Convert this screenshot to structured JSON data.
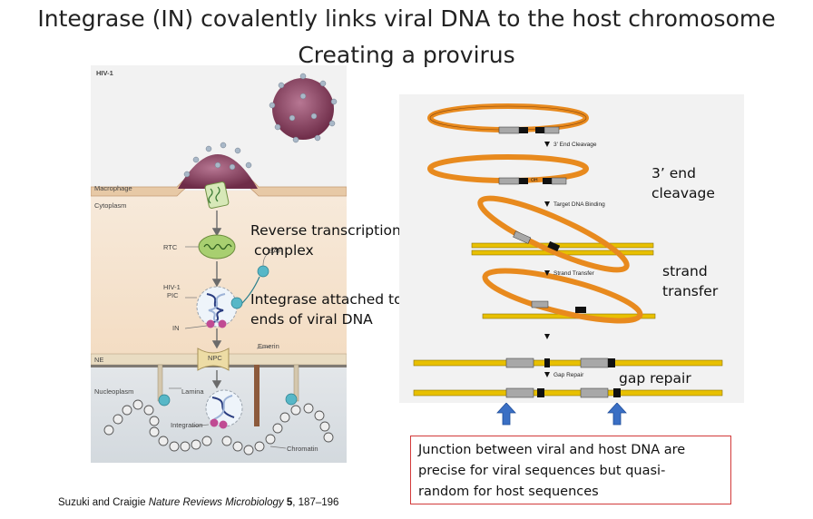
{
  "title": {
    "line1": "Integrase (IN) covalently links viral DNA to the host chromosome",
    "line2": "Creating a provirus"
  },
  "left_figure": {
    "labels": {
      "hiv": "HIV-1",
      "macrophage": "Macrophage",
      "cytoplasm": "Cytoplasm",
      "rtc": "RTC",
      "baf": "BAF",
      "pic_line1": "HIV-1",
      "pic_line2": "PIC",
      "in": "IN",
      "emerin": "Emerin",
      "ne": "NE",
      "npc": "NPC",
      "nucleoplasm": "Nucleoplasm",
      "lamina": "Lamina",
      "integration": "Integration",
      "chromatin": "Chromatin"
    }
  },
  "callouts": {
    "rtc_line1": "Reverse transcription",
    "rtc_line2": "complex",
    "in_line1": "Integrase attached to",
    "in_line2": "ends of viral DNA",
    "cleavage_line1": "3’ end",
    "cleavage_line2": "cleavage",
    "transfer_line1": "strand",
    "transfer_line2": "transfer",
    "gap": "gap repair"
  },
  "right_figure": {
    "steps": {
      "s1": "3' End Cleavage",
      "s2": "Target DNA Binding",
      "s3": "Strand Transfer",
      "s4": "Gap Repair"
    },
    "colors": {
      "viral": "#e88a1e",
      "host": "#e8c000",
      "gray": "#a8a8a8",
      "black": "#111111",
      "arrow": "#3a6fc4"
    }
  },
  "junction_note": {
    "line1": "Junction between viral and host DNA are",
    "line2": "precise for viral sequences but quasi-",
    "line3": "random for host sequences"
  },
  "citation": {
    "authors": "Suzuki and Craigie ",
    "journal": "Nature Reviews Microbiology",
    "volume": "5",
    "pages": ", 187–196"
  }
}
